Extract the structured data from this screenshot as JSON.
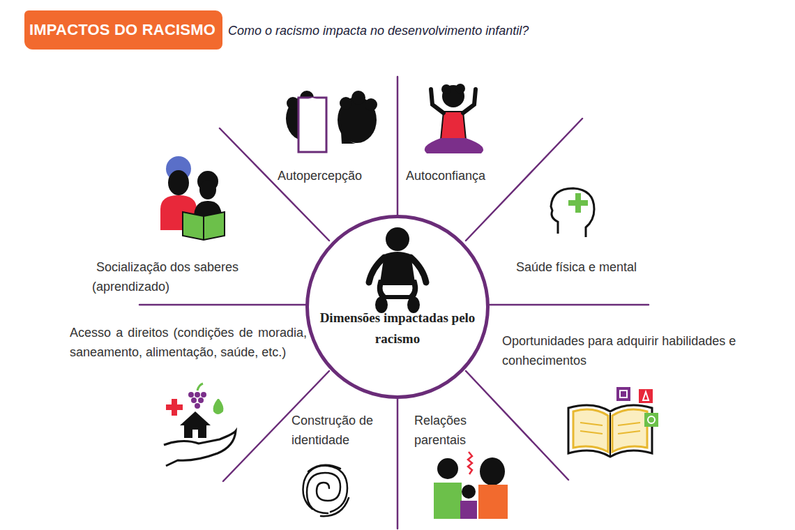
{
  "diagram": {
    "title": "IMPACTOS DO RACISMO",
    "nodes": [
      {
        "text": [
          "Dimensões impactadas pelo racismo"
        ]
      }
    ],
    "labels": [
      "Como o racismo impacta no desenvolvimento infantil?",
      "Autopercepção",
      "Autoconfiança",
      "Saúde física e mental",
      "Oportunidades para adquirir habilidades e conhecimentos",
      "Relações parentais",
      "Construção de identidade",
      "Acesso a direitos (condições de moradia, saneamento, alimentação, saúde, etc.)",
      "Socialização dos saberes (aprendizado)"
    ]
  }
}
